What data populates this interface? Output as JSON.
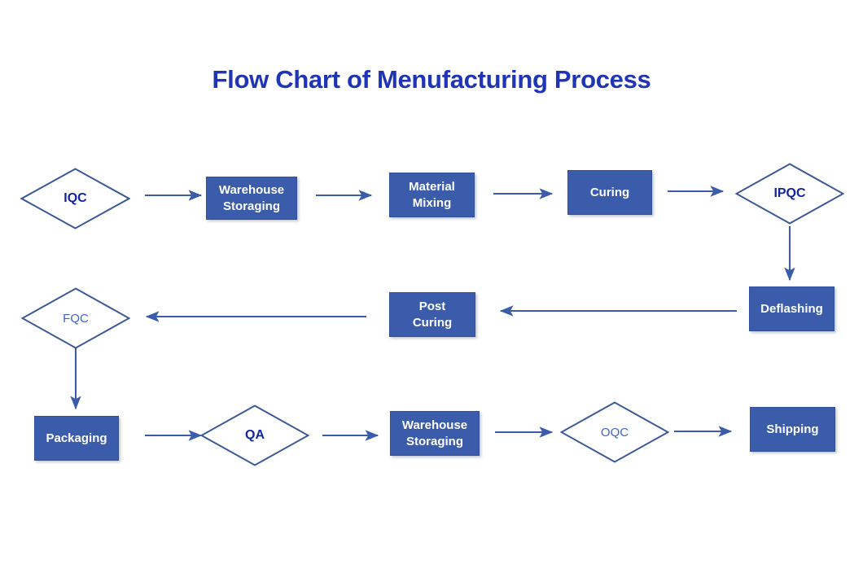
{
  "title": "Flow Chart of Menufacturing Process",
  "colors": {
    "title_text": "#1f35b5",
    "process_fill": "#3a5cab",
    "process_text": "#ffffff",
    "decision_outline": "#3b5998",
    "decision_text": "#12259e",
    "connector": "#3a5cab",
    "background": "#ffffff"
  },
  "nodes": {
    "iqc": {
      "label": "IQC",
      "shape": "decision"
    },
    "warehouse_storaging_1": {
      "label": "Warehouse\nStoraging",
      "shape": "process"
    },
    "material_mixing": {
      "label": "Material\nMixing",
      "shape": "process"
    },
    "curing": {
      "label": "Curing",
      "shape": "process"
    },
    "ipqc": {
      "label": "IPQC",
      "shape": "decision"
    },
    "deflashing": {
      "label": "Deflashing",
      "shape": "process"
    },
    "post_curing": {
      "label": "Post\nCuring",
      "shape": "process"
    },
    "fqc": {
      "label": "FQC",
      "shape": "decision"
    },
    "packaging": {
      "label": "Packaging",
      "shape": "process"
    },
    "qa": {
      "label": "QA",
      "shape": "decision"
    },
    "warehouse_storaging_2": {
      "label": "Warehouse\nStoraging",
      "shape": "process"
    },
    "oqc": {
      "label": "OQC",
      "shape": "decision"
    },
    "shipping": {
      "label": "Shipping",
      "shape": "process"
    }
  },
  "flow_sequence": [
    "IQC",
    "Warehouse Storaging",
    "Material Mixing",
    "Curing",
    "IPQC",
    "Deflashing",
    "Post Curing",
    "FQC",
    "Packaging",
    "QA",
    "Warehouse Storaging",
    "OQC",
    "Shipping"
  ],
  "connectors": [
    {
      "from": "IQC",
      "to": "Warehouse Storaging",
      "direction": "right"
    },
    {
      "from": "Warehouse Storaging",
      "to": "Material Mixing",
      "direction": "right"
    },
    {
      "from": "Material Mixing",
      "to": "Curing",
      "direction": "right"
    },
    {
      "from": "Curing",
      "to": "IPQC",
      "direction": "right"
    },
    {
      "from": "IPQC",
      "to": "Deflashing",
      "direction": "down"
    },
    {
      "from": "Deflashing",
      "to": "Post Curing",
      "direction": "left"
    },
    {
      "from": "Post Curing",
      "to": "FQC",
      "direction": "left"
    },
    {
      "from": "FQC",
      "to": "Packaging",
      "direction": "down"
    },
    {
      "from": "Packaging",
      "to": "QA",
      "direction": "right"
    },
    {
      "from": "QA",
      "to": "Warehouse Storaging",
      "direction": "right"
    },
    {
      "from": "Warehouse Storaging",
      "to": "OQC",
      "direction": "right"
    },
    {
      "from": "OQC",
      "to": "Shipping",
      "direction": "right"
    }
  ]
}
